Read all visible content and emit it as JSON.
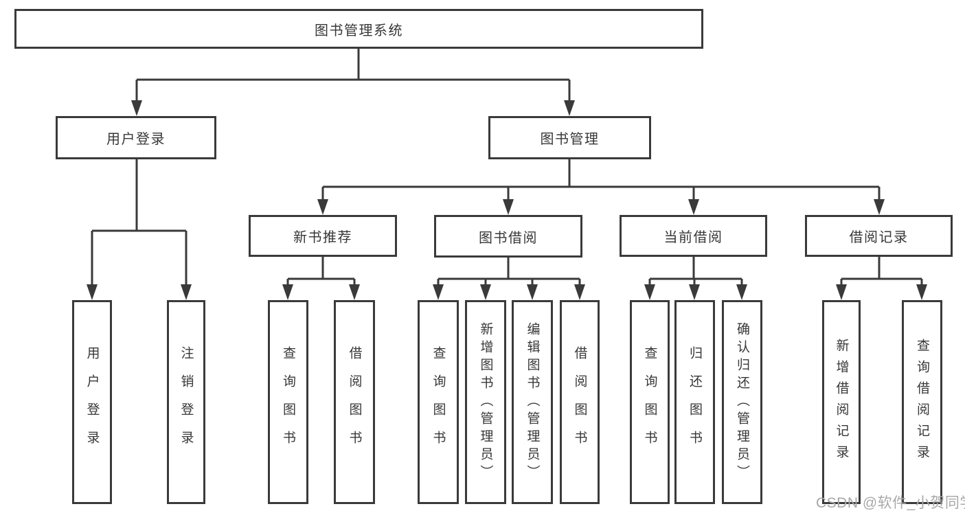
{
  "diagram": {
    "root": "图书管理系统",
    "level2": {
      "user_login": "用户登录",
      "book_management": "图书管理"
    },
    "level3": [
      "新书推荐",
      "图书借阅",
      "当前借阅",
      "借阅记录"
    ],
    "level4": {
      "user_login": [
        "用户登录",
        "注销登录"
      ],
      "new_book_recommend": [
        "查询图书",
        "借阅图书"
      ],
      "book_borrow": [
        "查询图书",
        "新增图书（管理员）",
        "编辑图书（管理员）",
        "借阅图书"
      ],
      "current_borrow": [
        "查询图书",
        "归还图书",
        "确认归还（管理员）"
      ],
      "borrow_records": [
        "新增借阅记录",
        "查询借阅记录"
      ]
    }
  },
  "watermark": "CSDN @软件_小贺同学",
  "colors": {
    "line": "#3a3a3a",
    "text": "#373737",
    "watermark": "#a8a8a8",
    "background": "#ffffff"
  }
}
